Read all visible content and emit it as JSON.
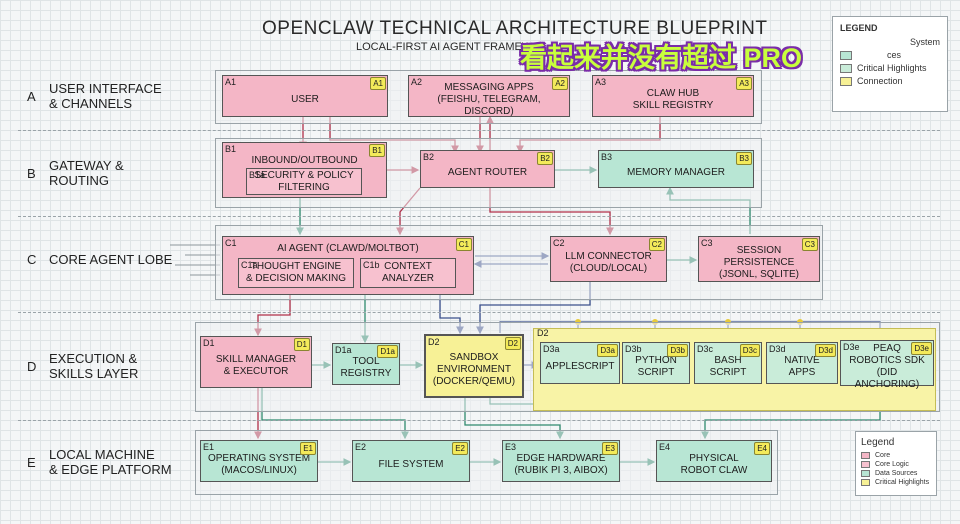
{
  "header": {
    "title": "OPENCLAW TECHNICAL ARCHITECTURE BLUEPRINT",
    "subtitle": "LOCAL-FIRST AI AGENT FRAMEW",
    "overlay_text": "看起来并没有超过 PRO"
  },
  "legend_top": {
    "title": "LEGEND",
    "items": [
      {
        "label": "System",
        "color": "#f4b6c6"
      },
      {
        "label": "ces",
        "color": "#b8e6d4"
      },
      {
        "label": "Critical Highlights",
        "color": "#c9ecd9"
      },
      {
        "label": "Connection",
        "color": "#f7f196"
      }
    ]
  },
  "legend_bottom": {
    "title": "Legend",
    "items": [
      {
        "label": "Core",
        "color": "#f4b6c6"
      },
      {
        "label": "Core Logic",
        "color": "#f7c1cf"
      },
      {
        "label": "Data Sources",
        "color": "#b8e6d4"
      },
      {
        "label": "Critical Highlights",
        "color": "#f7f196"
      }
    ]
  },
  "rows": [
    {
      "letter": "A",
      "line1": "USER INTERFACE",
      "line2": "& CHANNELS"
    },
    {
      "letter": "B",
      "line1": "GATEWAY &",
      "line2": "ROUTING"
    },
    {
      "letter": "C",
      "line1": "CORE AGENT LOBE",
      "line2": ""
    },
    {
      "letter": "D",
      "line1": "EXECUTION &",
      "line2": "SKILLS LAYER"
    },
    {
      "letter": "E",
      "line1": "LOCAL MACHINE",
      "line2": "& EDGE PLATFORM"
    }
  ],
  "components": {
    "a1": {
      "id": "A1",
      "badge": "A1",
      "label": "USER"
    },
    "a2": {
      "id": "A2",
      "badge": "A2",
      "label": "MESSAGING APPS\n(FEISHU, TELEGRAM, DISCORD)"
    },
    "a3": {
      "id": "A3",
      "badge": "A3",
      "label": "CLAW HUB\nSKILL REGISTRY"
    },
    "b1": {
      "id": "B1",
      "badge": "B1",
      "label": "INBOUND/OUTBOUND GATEWAY"
    },
    "b1a": {
      "id": "B1a",
      "badge": "",
      "label": "SECURITY & POLICY\nFILTERING"
    },
    "b2": {
      "id": "B2",
      "badge": "B2",
      "label": "AGENT ROUTER"
    },
    "b3": {
      "id": "B3",
      "badge": "B3",
      "label": "MEMORY MANAGER"
    },
    "c1": {
      "id": "C1",
      "badge": "C1",
      "label": "AI AGENT (CLAWD/MOLTBOT)"
    },
    "c1a": {
      "id": "C1a",
      "badge": "",
      "label": "THOUGHT ENGINE\n& DECISION MAKING"
    },
    "c1b": {
      "id": "C1b",
      "badge": "",
      "label": "CONTEXT\nANALYZER"
    },
    "c2": {
      "id": "C2",
      "badge": "C2",
      "label": "LLM CONNECTOR\n(CLOUD/LOCAL)"
    },
    "c3": {
      "id": "C3",
      "badge": "C3",
      "label": "SESSION PERSISTENCE\n(JSONL, SQLITE)"
    },
    "d1": {
      "id": "D1",
      "badge": "D1",
      "label": "SKILL MANAGER\n& EXECUTOR"
    },
    "d1a": {
      "id": "D1a",
      "badge": "D1a",
      "label": "TOOL\nREGISTRY"
    },
    "d2": {
      "id": "D2",
      "badge": "D2",
      "label": "SANDBOX\nENVIRONMENT\n(DOCKER/QEMU)"
    },
    "d2_band": {
      "id": "D2"
    },
    "d3a": {
      "id": "D3a",
      "badge": "D3a",
      "label": "APPLESCRIPT"
    },
    "d3b": {
      "id": "D3b",
      "badge": "D3b",
      "label": "PYTHON\nSCRIPT"
    },
    "d3c": {
      "id": "D3c",
      "badge": "D3c",
      "label": "BASH\nSCRIPT"
    },
    "d3d": {
      "id": "D3d",
      "badge": "D3d",
      "label": "NATIVE APPS"
    },
    "d3e": {
      "id": "D3e",
      "badge": "D3e",
      "label": "PEAQ\nROBOTICS SDK\n(DID ANCHORING)"
    },
    "e1": {
      "id": "E1",
      "badge": "E1",
      "label": "OPERATING SYSTEM\n(MACOS/LINUX)"
    },
    "e2": {
      "id": "E2",
      "badge": "E2",
      "label": "FILE SYSTEM"
    },
    "e3": {
      "id": "E3",
      "badge": "E3",
      "label": "EDGE HARDWARE\n(RUBIK PI 3, AIBOX)"
    },
    "e4": {
      "id": "E4",
      "badge": "E4",
      "label": "PHYSICAL\nROBOT CLAW"
    }
  },
  "colors": {
    "core": "#f4b6c6",
    "data": "#b8e6d4",
    "connection": "#f7f196",
    "wire_red": "#b0304a",
    "wire_teal": "#2f8a6e",
    "wire_blue": "#3b4f8c"
  }
}
